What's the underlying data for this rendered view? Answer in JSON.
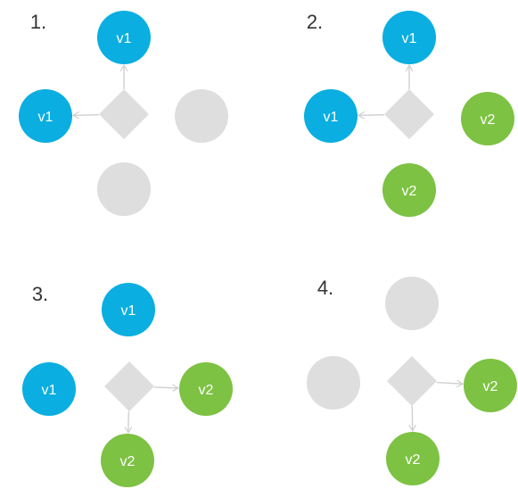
{
  "colors": {
    "v1": "#0aaee0",
    "v2": "#7dc243",
    "inactive": "#dedede",
    "connector": "#d0d0d0"
  },
  "panels": [
    {
      "number": "1.",
      "top": "v1",
      "left": "v1",
      "right": "",
      "bottom": "",
      "arrows": [
        "top",
        "left"
      ]
    },
    {
      "number": "2.",
      "top": "v1",
      "left": "v1",
      "right": "v2",
      "bottom": "v2",
      "arrows": [
        "top",
        "left"
      ]
    },
    {
      "number": "3.",
      "top": "v1",
      "left": "v1",
      "right": "v2",
      "bottom": "v2",
      "arrows": [
        "right",
        "bottom"
      ]
    },
    {
      "number": "4.",
      "top": "",
      "left": "",
      "right": "v2",
      "bottom": "v2",
      "arrows": [
        "right",
        "bottom"
      ]
    }
  ]
}
